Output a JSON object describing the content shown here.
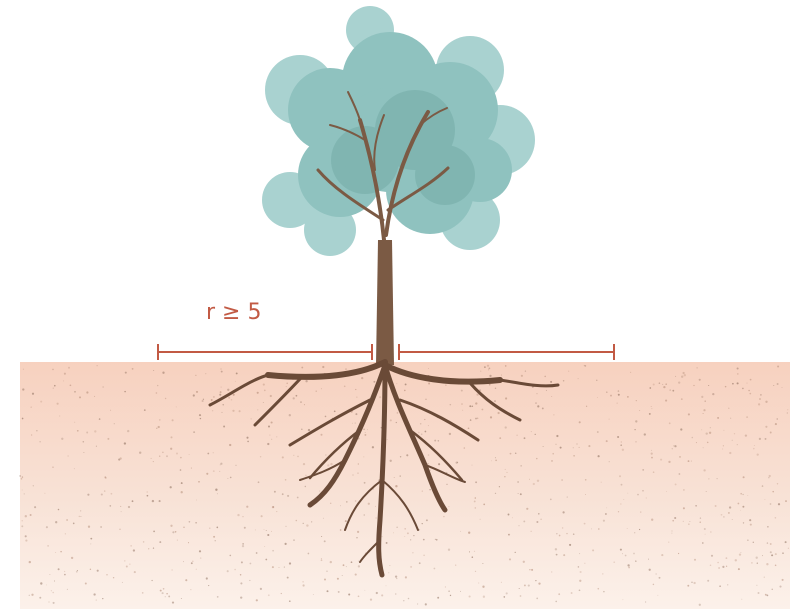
{
  "diagram": {
    "radius_label": "r ≥ 5",
    "colors": {
      "canopy_light": "#9ccccb",
      "canopy_mid": "#7fb7b3",
      "canopy_dark": "#66a29d",
      "trunk": "#7b5a44",
      "roots": "#6a4a37",
      "soil_top": "#f6d3c2",
      "soil_bottom": "#fbefe7",
      "marker": "#c25a44"
    },
    "elements": {
      "canopy": "tree-canopy",
      "trunk": "tree-trunk",
      "roots": "root-system",
      "soil": "soil-ground",
      "left_radius_marker": "radius-marker-left",
      "right_radius_marker": "radius-marker-right"
    }
  }
}
